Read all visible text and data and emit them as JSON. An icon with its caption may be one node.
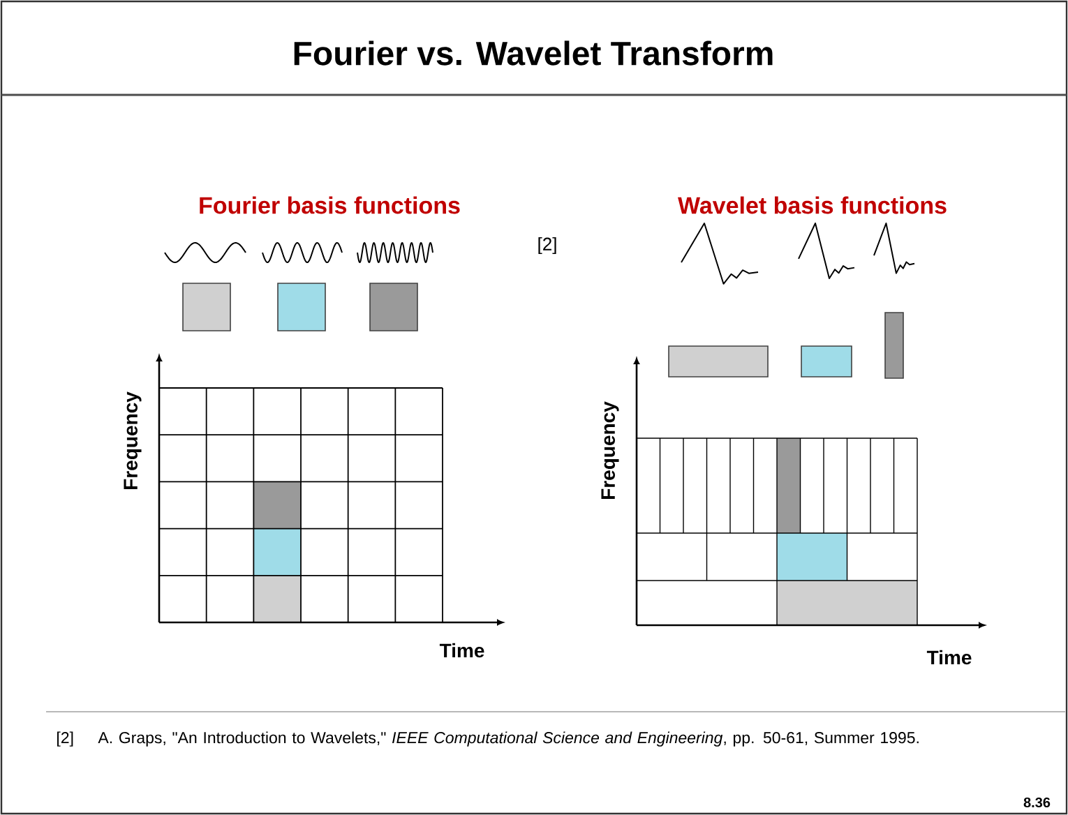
{
  "diagram": {
    "title": "Fourier vs. Wavelet Transform",
    "labels": [
      "Fourier basis functions",
      "Wavelet basis functions",
      "[2]",
      "Frequency",
      "Time",
      "Frequency",
      "Time",
      "[2]",
      "A. Graps, \"An Introduction to Wavelets,\" *IEEE Computational Science and Engineering*, pp. 50-61, Summer 1995.",
      "8.36"
    ]
  }
}
